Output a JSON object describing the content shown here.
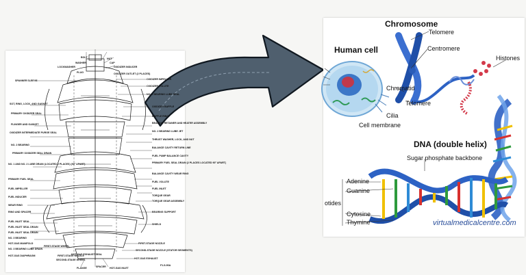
{
  "left_diagram": {
    "left_labels": [
      "LOCKWASHER",
      "SPANNER SLEEVE",
      "SOT, RING, LOCK, AND GASKET",
      "PRIMARY OXIDIZER SEAL",
      "FLINGER AND GASKET",
      "OXIDIZER INTERMEDIATE PURGE SEAL",
      "NO. 2 BEARING",
      "PRIMARY OXIDIZER SEAL DRAIN",
      "NO. 1 AND NO. 2 LUBE DRAIN (LOCATED 2 PLACES) (90° APART)",
      "PRIMARY FUEL SEAL",
      "FUEL IMPELLER",
      "FUEL INDUCER",
      "WEAR RING",
      "RING AND SPACER",
      "FUEL INLET SEAL",
      "FUEL INLET SEAL DRAIN",
      "FUEL INLET SEAL DRAIN",
      "NO. 3 BEARING",
      "HOT-GAS MANIFOLD",
      "NO. 3 BEARING LUBE DRAIN",
      "HOT-GAS DIAPHRAGM",
      "FIRST-STAGE WHEEL",
      "SECOND-STAGE WHEEL",
      "HOT-GAS EXHAUST SEAL",
      "SPACER"
    ],
    "top_labels": [
      "BOLT",
      "WASHER",
      "PLUG",
      "NUT",
      "CAP",
      "OXIDIZER INDUCER",
      "OXIDIZER OUTLET (2 PLACES)"
    ],
    "right_labels": [
      "OXIDIZER IMPELLER",
      "OXIDIZER VOLUTE",
      "NO. 1 BEARING LUBE SEAL",
      "OXIDIZER BAFFLE",
      "BAFFLE RING",
      "BEARING RETAINER AND HEATER ASSEMBLY",
      "NO. 2 BEARING LUBE JET",
      "THRUST WASHER, LOCK, AND NUT",
      "BALANCE CAVITY RETURN LINE",
      "FUEL PUMP BALANCE CAVITY",
      "PRIMARY FUEL SEAL DRAIN (2 PLACES LOCATED 90° APART)",
      "BALANCE CAVITY WEAR RING",
      "FUEL VOLUTE",
      "FUEL INLET",
      "TORQUE GEAR",
      "TORQUE GEAR ASSEMBLY",
      "BEARING SUPPORT",
      "SHIELD",
      "FIRST-STAGE NOZZLE",
      "SECOND-STAGE NOZZLE (STATOR SEGMENTS)",
      "HOT-GAS EXHAUST"
    ],
    "bottom_labels": [
      "FLANGE",
      "FIRST-STAGE NOZZLE",
      "HOT-GAS INLET"
    ],
    "figure_id": "F1-5-90A"
  },
  "right_diagram": {
    "labels": {
      "chromosome": "Chromosome",
      "telomere_top": "Telomere",
      "centromere": "Centromere",
      "human_cell": "Human cell",
      "histones": "Histones",
      "chromatid": "Chromatid",
      "telomere_bottom": "Telomere",
      "cilia": "Cilia",
      "cell_membrane": "Cell membrane",
      "dna": "DNA (double helix)",
      "backbone": "Sugar phosphate backbone",
      "adenine": "Adenine",
      "guanine": "Guanine",
      "cytosine": "Cytosine",
      "thymine": "Thymine",
      "nucleotides": "otides",
      "watermark": "virtualmedicalcentre.com"
    }
  },
  "colors": {
    "arrow_fill": "#4f5f6e",
    "arrow_stroke": "#101820",
    "helix_blue": "#2d62c4",
    "chromosome_blue": "#3b6fd0",
    "histone_red": "#d33a4a",
    "adenine": "#f0c000",
    "guanine": "#2e9a3c",
    "cytosine": "#2e8bd6",
    "thymine": "#d8302e",
    "watermark": "#2b4f9b"
  }
}
